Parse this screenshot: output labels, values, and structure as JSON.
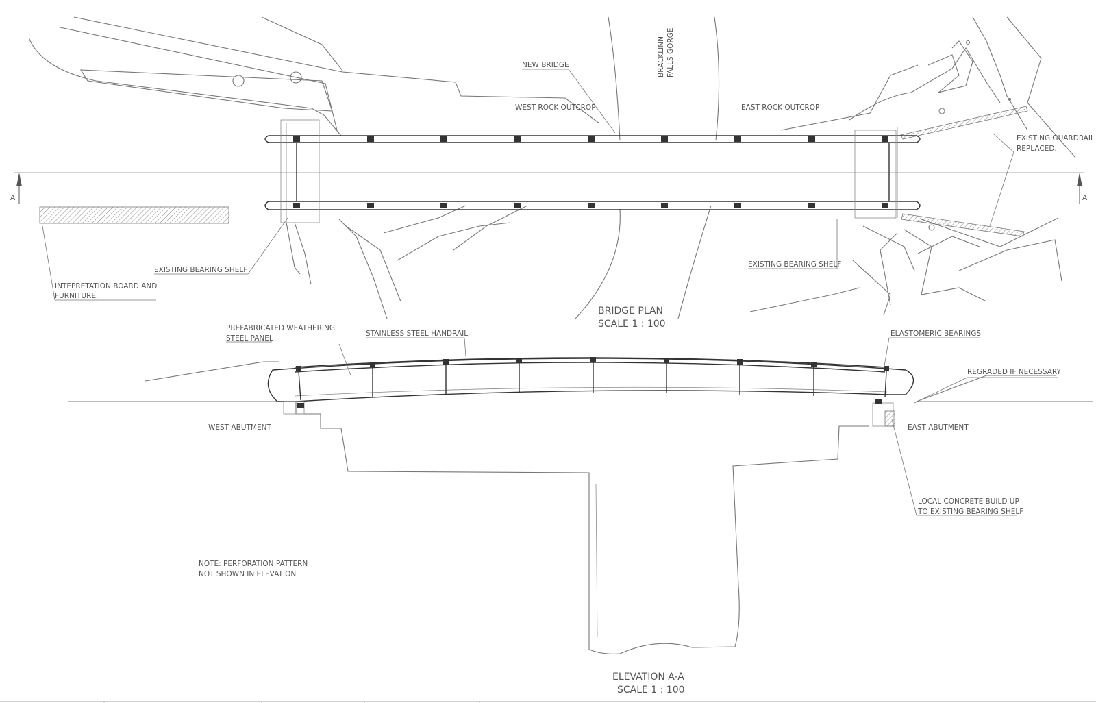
{
  "labels": {
    "new_bridge": "NEW BRIDGE",
    "west_rock_outcrop": "WEST ROCK OUTCROP",
    "east_rock_outcrop": "EAST ROCK OUTCROP",
    "gorge_line1": "BRACKLINN",
    "gorge_line2": "FALLS GORGE",
    "guardrail_line1": "EXISTING GUARDRAIL",
    "guardrail_line2": "REPLACED.",
    "section_mark_left": "A",
    "section_mark_right": "A",
    "bearing_shelf_west": "EXISTING BEARING SHELF",
    "bearing_shelf_east": "EXISTING BEARING SHELF",
    "interpretation_line1": "INTEPRETATION BOARD AND",
    "interpretation_line2": "FURNITURE.",
    "weathering_line1": "PREFABRICATED WEATHERING",
    "weathering_line2": "STEEL PANEL",
    "handrail": "STAINLESS STEEL HANDRAIL",
    "elastomeric": "ELASTOMERIC BEARINGS",
    "regraded": "REGRADED IF NECESSARY",
    "west_abutment": "WEST ABUTMENT",
    "east_abutment": "EAST ABUTMENT",
    "concrete_line1": "LOCAL CONCRETE BUILD UP",
    "concrete_line2": "TO EXISTING BEARING SHELF",
    "note_line1": "NOTE: PERFORATION PATTERN",
    "note_line2": "NOT SHOWN IN ELEVATION"
  },
  "titles": {
    "plan_title": "BRIDGE PLAN",
    "plan_scale": "SCALE 1 : 100",
    "elevation_title": "ELEVATION A-A",
    "elevation_scale": "SCALE 1 : 100"
  },
  "colors": {
    "linework": "#777777",
    "structure": "#333333",
    "text": "#555555"
  }
}
